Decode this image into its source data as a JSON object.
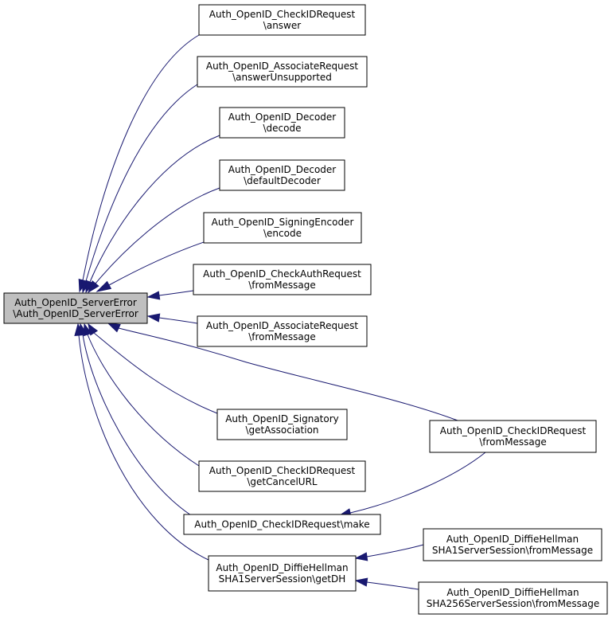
{
  "nodes": {
    "root": [
      "Auth_OpenID_ServerError",
      "\\Auth_OpenID_ServerError"
    ],
    "n1": [
      "Auth_OpenID_CheckIDRequest",
      "\\answer"
    ],
    "n2": [
      "Auth_OpenID_AssociateRequest",
      "\\answerUnsupported"
    ],
    "n3": [
      "Auth_OpenID_Decoder",
      "\\decode"
    ],
    "n4": [
      "Auth_OpenID_Decoder",
      "\\defaultDecoder"
    ],
    "n5": [
      "Auth_OpenID_SigningEncoder",
      "\\encode"
    ],
    "n6": [
      "Auth_OpenID_CheckAuthRequest",
      "\\fromMessage"
    ],
    "n7": [
      "Auth_OpenID_AssociateRequest",
      "\\fromMessage"
    ],
    "n8": [
      "Auth_OpenID_Signatory",
      "\\getAssociation"
    ],
    "n9": [
      "Auth_OpenID_CheckIDRequest",
      "\\getCancelURL"
    ],
    "n10": [
      "Auth_OpenID_CheckIDRequest\\make"
    ],
    "n11": [
      "Auth_OpenID_DiffieHellman",
      "SHA1ServerSession\\getDH"
    ],
    "n12": [
      "Auth_OpenID_CheckIDRequest",
      "\\fromMessage"
    ],
    "n13": [
      "Auth_OpenID_DiffieHellman",
      "SHA1ServerSession\\fromMessage"
    ],
    "n14": [
      "Auth_OpenID_DiffieHellman",
      "SHA256ServerSession\\fromMessage"
    ]
  },
  "edges": [
    [
      "n1",
      "root"
    ],
    [
      "n2",
      "root"
    ],
    [
      "n3",
      "root"
    ],
    [
      "n4",
      "root"
    ],
    [
      "n5",
      "root"
    ],
    [
      "n6",
      "root"
    ],
    [
      "n7",
      "root"
    ],
    [
      "n12",
      "root"
    ],
    [
      "n8",
      "root"
    ],
    [
      "n9",
      "root"
    ],
    [
      "n10",
      "root"
    ],
    [
      "n11",
      "root"
    ],
    [
      "n12",
      "n10"
    ],
    [
      "n13",
      "n11"
    ],
    [
      "n14",
      "n11"
    ]
  ],
  "colors": {
    "edge": "#191970",
    "root_fill": "#bfbfbf",
    "node_fill": "#ffffff",
    "border": "#000000"
  }
}
